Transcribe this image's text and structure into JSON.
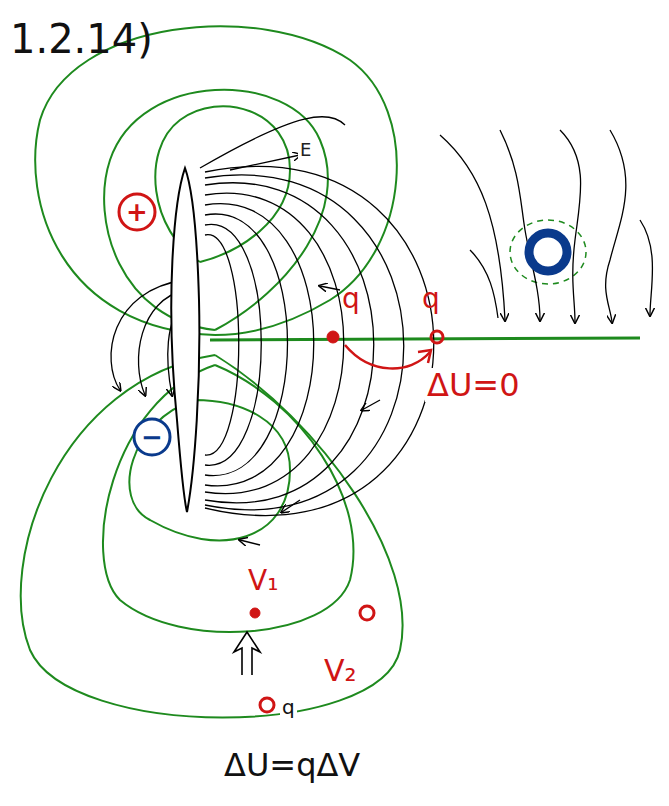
{
  "diagram": {
    "title": "1.2.14)",
    "nodes": [
      {
        "text": [
          "+"
        ]
      },
      {
        "text": [
          "−"
        ]
      }
    ],
    "labels": [
      "E",
      "q",
      "q",
      "ΔU=0",
      "V₁",
      "V₂",
      "q",
      "ΔU=qΔV"
    ]
  }
}
